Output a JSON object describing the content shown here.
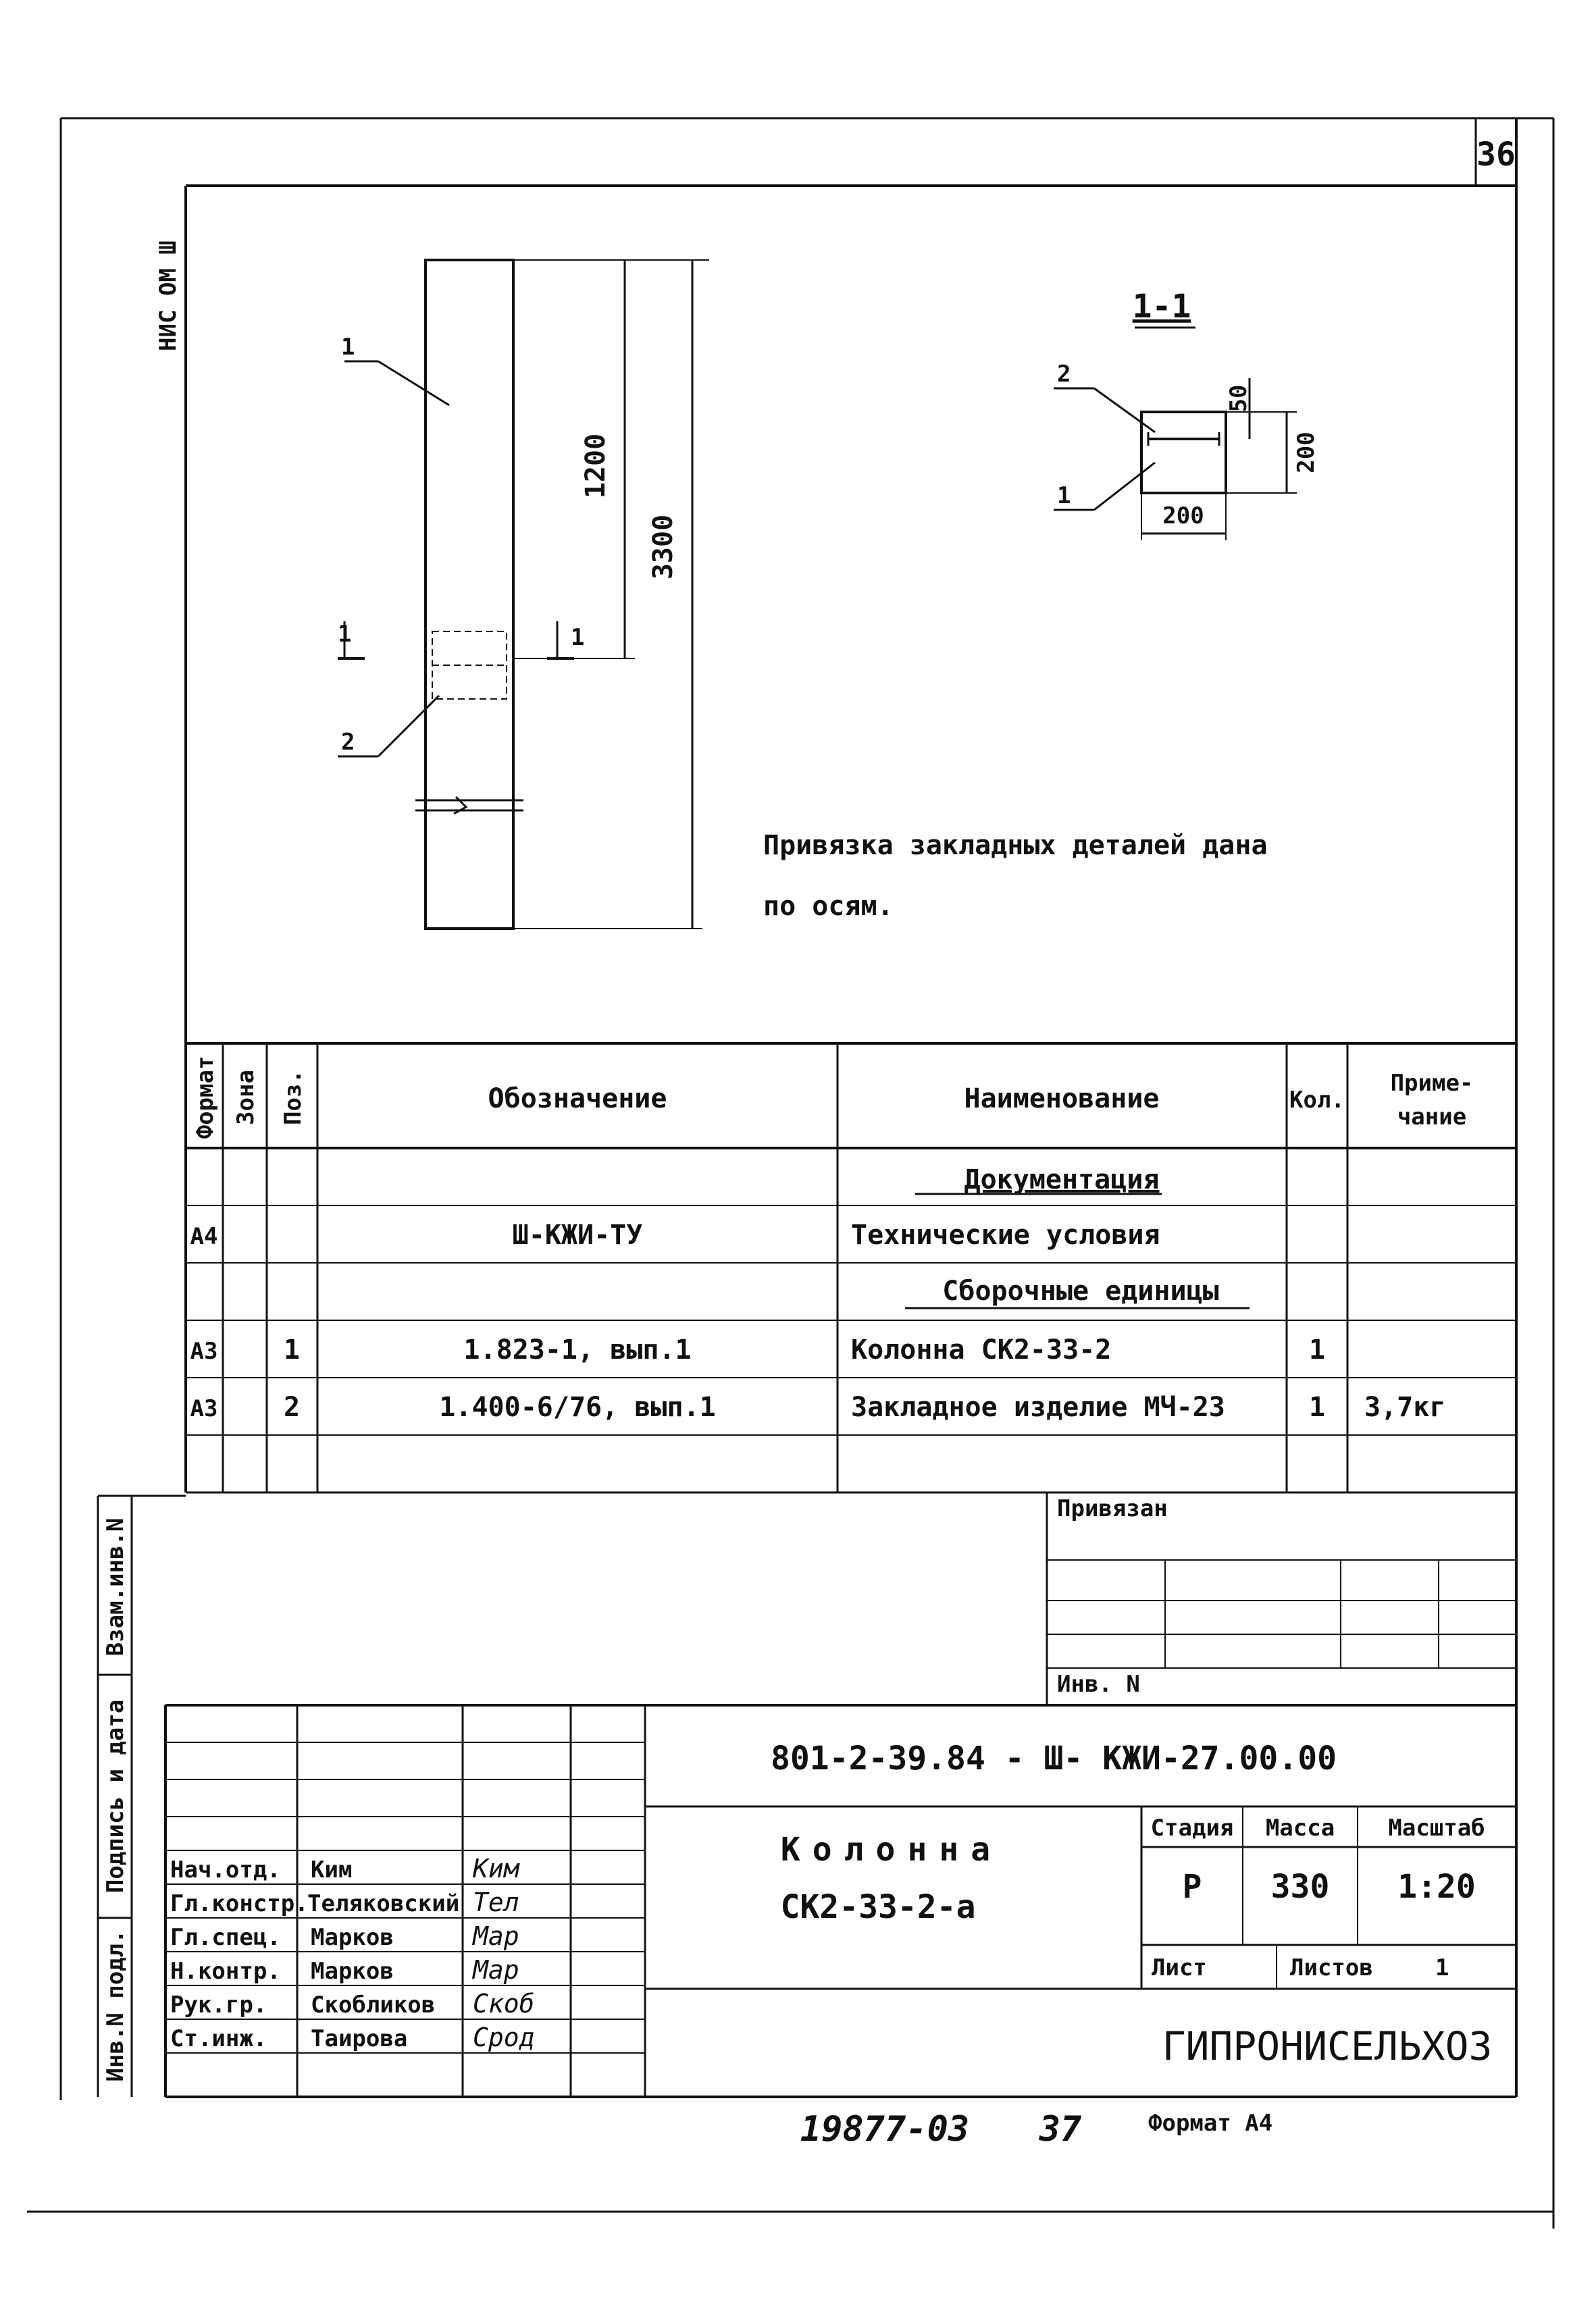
{
  "sheet": {
    "page_number": "36"
  },
  "side_stamp": {
    "text": "НИС ОМ Ш"
  },
  "drawing": {
    "leader_1": "1",
    "leader_2": "2",
    "dim_1200": "1200",
    "dim_3300": "3300",
    "section_marks": [
      "1",
      "1"
    ],
    "section_title": "1-1",
    "section_leader_1": "1",
    "section_leader_2": "2",
    "section_dim_50": "50",
    "section_dim_200_h": "200",
    "section_dim_200_w": "200",
    "note_line1": "Привязка закладных деталей дана",
    "note_line2": "по осям."
  },
  "spec_table": {
    "headers": [
      "Формат",
      "Зона",
      "Поз.",
      "Обозначение",
      "Наименование",
      "Кол.",
      "Приме-",
      "чание"
    ],
    "rows": [
      {
        "format": "",
        "zone": "",
        "pos": "",
        "designation": "",
        "name": "Документация",
        "qty": "",
        "note": ""
      },
      {
        "format": "А4",
        "zone": "",
        "pos": "",
        "designation": "Ш-КЖИ-ТУ",
        "name": "Технические условия",
        "qty": "",
        "note": ""
      },
      {
        "format": "",
        "zone": "",
        "pos": "",
        "designation": "",
        "name": "Сборочные единицы",
        "qty": "",
        "note": ""
      },
      {
        "format": "А3",
        "zone": "",
        "pos": "1",
        "designation": "1.823-1, вып.1",
        "name": "Колонна СК2-33-2",
        "qty": "1",
        "note": ""
      },
      {
        "format": "А3",
        "zone": "",
        "pos": "2",
        "designation": "1.400-6/76, вып.1",
        "name": "Закладное изделие МЧ-23",
        "qty": "1",
        "note": "3,7кг"
      },
      {
        "format": "",
        "zone": "",
        "pos": "",
        "designation": "",
        "name": "",
        "qty": "",
        "note": ""
      }
    ]
  },
  "left_margin": {
    "labels": [
      "Взам.инв.N",
      "Подпись и дата",
      "Инв.N подл."
    ]
  },
  "privyazan": {
    "label": "Привязан",
    "inv_label": "Инв. N"
  },
  "title_block": {
    "code": "801-2-39.84 - Ш- КЖИ-27.00.00",
    "name_line1": "Колонна",
    "name_line2": "СК2-33-2-а",
    "stage_label": "Стадия",
    "mass_label": "Масса",
    "scale_label": "Масштаб",
    "stage": "Р",
    "mass": "330",
    "scale": "1:20",
    "sheet_label": "Лист",
    "sheets_label": "Листов",
    "sheets": "1",
    "organization": "ГИПРОНИСЕЛЬХОЗ",
    "signatures": [
      {
        "role": "Нач.отд.",
        "name": "Ким",
        "sign": "Ким"
      },
      {
        "role": "Гл.констр.",
        "name": "Теляковский",
        "sign": "Тел"
      },
      {
        "role": "Гл.спец.",
        "name": "Марков",
        "sign": "Мар"
      },
      {
        "role": "Н.контр.",
        "name": "Марков",
        "sign": "Мар"
      },
      {
        "role": "Рук.гр.",
        "name": "Скобликов",
        "sign": "Скоб"
      },
      {
        "role": "Ст.инж.",
        "name": "Таирова",
        "sign": "Срод"
      }
    ]
  },
  "footer": {
    "number": "19877-03",
    "page": "37",
    "format": "Формат А4"
  }
}
